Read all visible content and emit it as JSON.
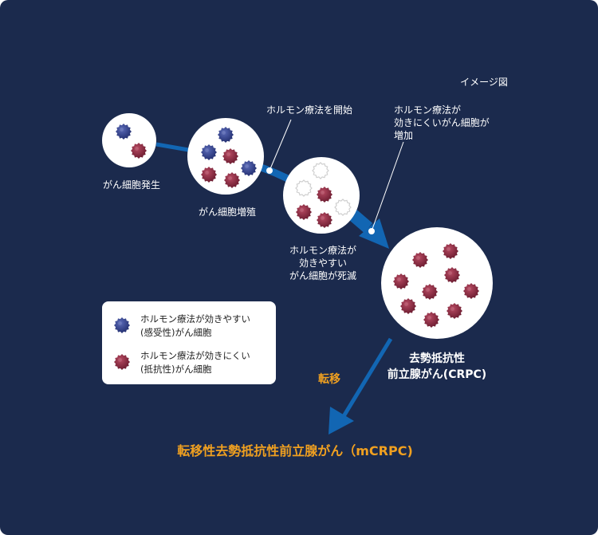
{
  "image_note": "イメージ図",
  "stages": {
    "onset": "がん細胞発生",
    "growth": "がん細胞増殖",
    "sensitive_die": "ホルモン療法が\n効きやすい\nがん細胞が死滅",
    "crpc": "去勢抵抗性\n前立腺がん(CRPC)"
  },
  "callouts": {
    "start_therapy": "ホルモン療法を開始",
    "resistant_increase": "ホルモン療法が\n効きにくいがん細胞が\n増加"
  },
  "metastasis_label": "転移",
  "final_stage": "転移性去勢抵抗性前立腺がん（mCRPC)",
  "legend": {
    "items": [
      {
        "label": "ホルモン療法が効きやすい\n(感受性)がん細胞",
        "color": "#2f3f8f"
      },
      {
        "label": "ホルモン療法が効きにくい\n(抵抗性)がん細胞",
        "color": "#8c2840"
      }
    ]
  },
  "colors": {
    "background": "#1b2a4d",
    "arrow": "#1266b3",
    "accent_text": "#f0a020",
    "sensitive_cell": "#2f3f8f",
    "resistant_cell": "#8c2840",
    "dead_cell": "#cfcfcf"
  }
}
